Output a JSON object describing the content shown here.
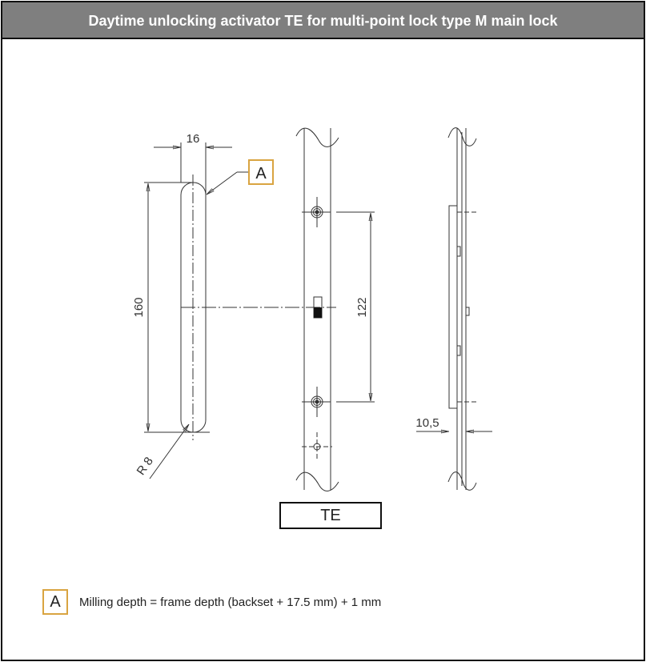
{
  "header": {
    "title": "Daytime unlocking activator TE for multi-point lock type M main lock"
  },
  "drawing": {
    "dim_width": "16",
    "dim_length": "160",
    "dim_radius": "R 8",
    "dim_screw_spacing": "122",
    "dim_offset": "10,5",
    "callout_label": "A",
    "part_label": "TE"
  },
  "legend": {
    "marker": "A",
    "text": "Milling depth = frame depth (backset + 17.5 mm) + 1 mm"
  },
  "colors": {
    "header_bg": "#7f7f7f",
    "callout_border": "#d9a441"
  }
}
